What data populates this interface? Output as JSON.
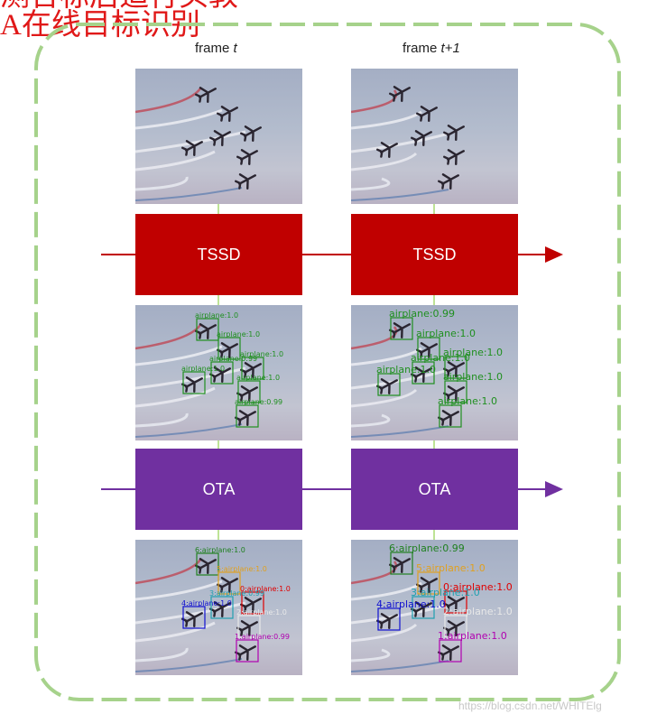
{
  "header": {
    "line1": "测合标后追行头敦",
    "line2": "A在线目标识别"
  },
  "columns": [
    {
      "prefix": "frame ",
      "var": "t"
    },
    {
      "prefix": "frame ",
      "var": "t+1"
    }
  ],
  "stages": [
    {
      "label": "TSSD",
      "color": "#c00000"
    },
    {
      "label": "OTA",
      "color": "#7030a0"
    }
  ],
  "arrow_colors": {
    "tssd": "#c00000",
    "ota": "#7030a0"
  },
  "frame_border_color": "#92d050",
  "detections_t": [
    "airplane:1.0",
    "airplane:1.0",
    "airplane:1.0",
    "airplane:0.99",
    "airplane:1.0",
    "airplane:1.0",
    "airplane:0.99"
  ],
  "detections_t1": [
    "airplane:0.99",
    "airplane:1.0",
    "airplane:1.0",
    "airplane:1.0",
    "airplane:1.0",
    "airplane:1.0",
    "airplane:1.0"
  ],
  "tracks_t": [
    "6:airplane:1.0",
    "5:airplane:1.0",
    "0:airplane:1.0",
    "3:airplane:0.99",
    "4:airplane:1.0",
    "2:airplane:1.0",
    "1:airplane:0.99"
  ],
  "tracks_t1": [
    "6:airplane:0.99",
    "5:airplane:1.0",
    "0:airplane:1.0",
    "3:airplane:1.0",
    "4:airplane:1.0",
    "2:airplane:1.0",
    "1:airplane:1.0"
  ],
  "track_colors": [
    "#e00000",
    "#b000b0",
    "#e8e8e8",
    "#20a0b0",
    "#1010d0",
    "#e0a020",
    "#208020"
  ],
  "detection_color": "#1f8f1f",
  "watermark": "https://blog.csdn.net/WHITElg"
}
